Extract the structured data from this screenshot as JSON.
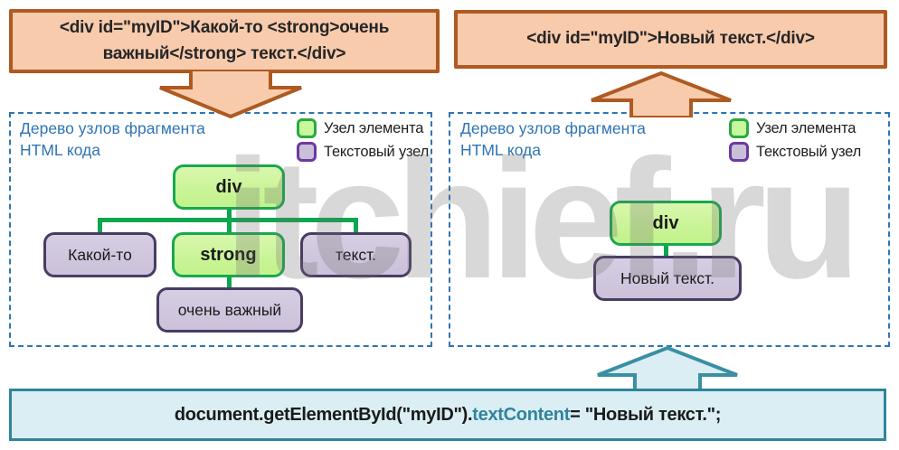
{
  "top_left_box": {
    "code": "<div id=\"myID\">Какой-то <strong>очень\nважный</strong> текст.</div>"
  },
  "top_right_box": {
    "code": "<div id=\"myID\">Новый текст.</div>"
  },
  "panel_left": {
    "title": "Дерево узлов фрагмента\nHTML кода",
    "legend": {
      "element_node": "Узел элемента",
      "text_node": "Текстовый узел"
    },
    "tree": {
      "root": "div",
      "child_text_1": "Какой-то",
      "child_element": "strong",
      "child_text_2": "текст.",
      "grandchild_text": "очень важный"
    }
  },
  "panel_right": {
    "title": "Дерево узлов фрагмента\nHTML кода",
    "legend": {
      "element_node": "Узел элемента",
      "text_node": "Текстовый узел"
    },
    "tree": {
      "root": "div",
      "child_text": "Новый текст."
    }
  },
  "bottom_code": {
    "prefix": "document.getElementById(\"myID\").",
    "property": "textContent",
    "suffix": " = \"Новый текст.\";"
  },
  "watermark": "itchief.ru",
  "colors": {
    "orange_fill": "#f8cbad",
    "orange_border": "#ae5a21",
    "dashed_blue": "#2e75b6",
    "title_blue": "#2e74b5",
    "green_node_fill": "#c9f496",
    "green_node_border": "#17a94e",
    "purple_node_fill": "#cbc1da",
    "purple_node_border": "#493c63",
    "connector_green": "#0ca64f",
    "teal_fill": "#daeef3",
    "teal_border": "#31849b",
    "code_property_teal": "#31849b"
  }
}
